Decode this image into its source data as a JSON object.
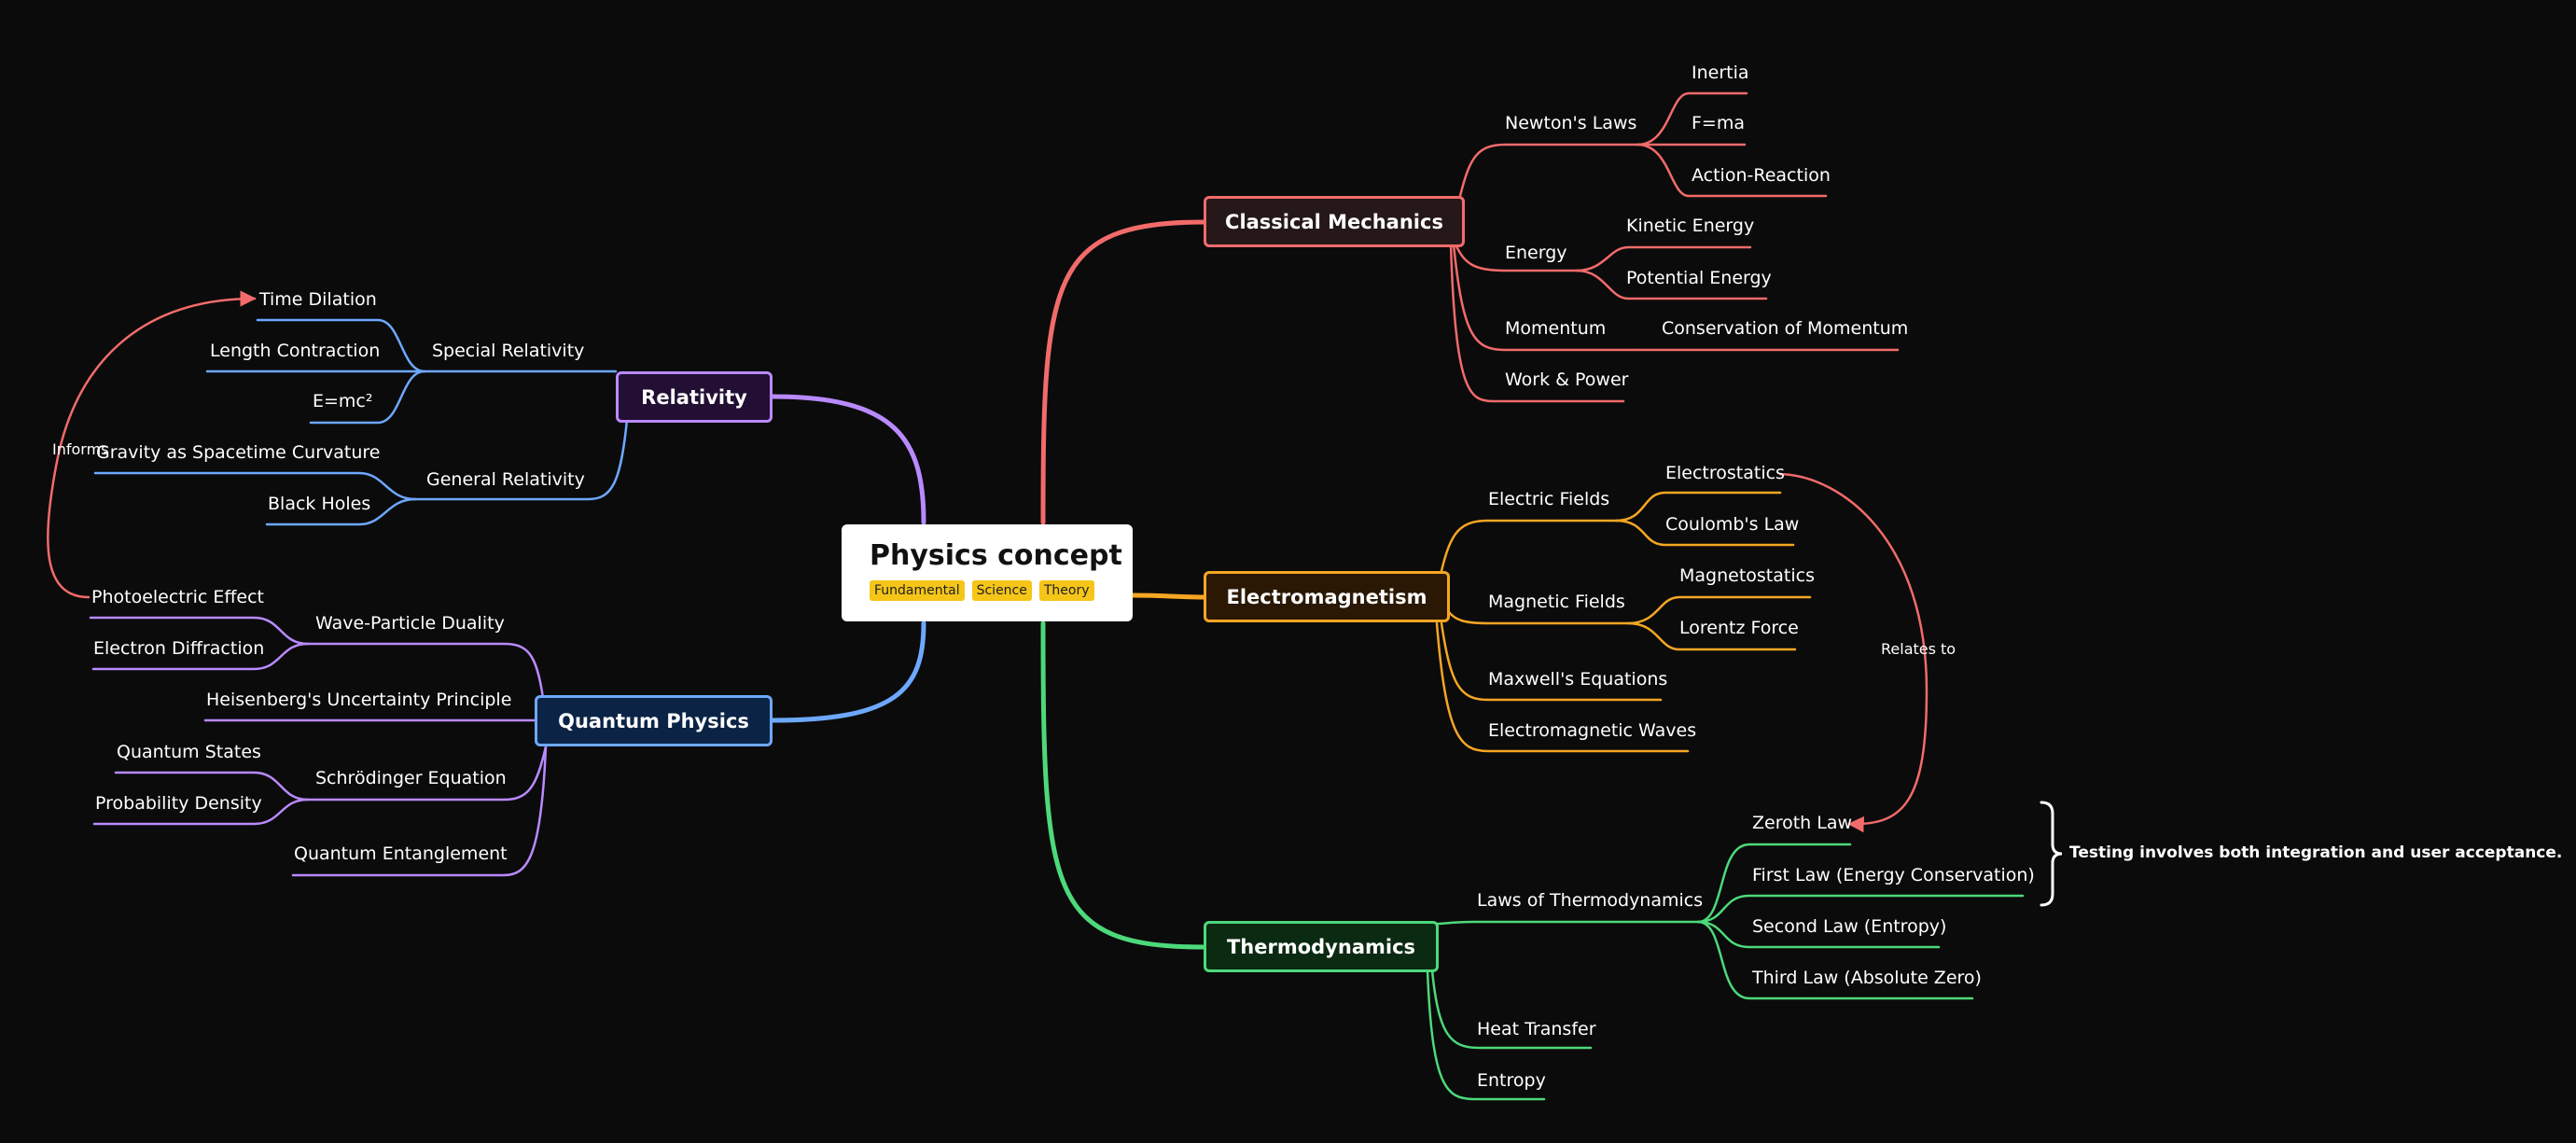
{
  "root": {
    "title": "Physics concept",
    "tags": [
      "Fundamental",
      "Science",
      "Theory"
    ]
  },
  "colors": {
    "classical": "#f26b6b",
    "electro": "#f5a623",
    "thermo": "#4cd97b",
    "relativity_branch": "#b98aff",
    "relativity_children": "#6da8ff",
    "quantum_branch": "#6da8ff",
    "quantum_children": "#b98aff",
    "annotation": "#f26b6b"
  },
  "branches": {
    "classical": {
      "label": "Classical Mechanics",
      "children": {
        "newtons_laws": {
          "label": "Newton's Laws",
          "leaves": [
            "Inertia",
            "F=ma",
            "Action-Reaction"
          ]
        },
        "energy": {
          "label": "Energy",
          "leaves": [
            "Kinetic Energy",
            "Potential Energy"
          ]
        },
        "momentum": {
          "label": "Momentum",
          "leaves": [
            "Conservation of Momentum"
          ]
        },
        "work_power": {
          "label": "Work & Power"
        }
      }
    },
    "electro": {
      "label": "Electromagnetism",
      "children": {
        "electric_fields": {
          "label": "Electric Fields",
          "leaves": [
            "Electrostatics",
            "Coulomb's Law"
          ]
        },
        "magnetic_fields": {
          "label": "Magnetic Fields",
          "leaves": [
            "Magnetostatics",
            "Lorentz Force"
          ]
        },
        "maxwell": {
          "label": "Maxwell's Equations"
        },
        "em_waves": {
          "label": "Electromagnetic Waves"
        }
      }
    },
    "thermo": {
      "label": "Thermodynamics",
      "children": {
        "laws": {
          "label": "Laws of Thermodynamics",
          "leaves": [
            "Zeroth Law",
            "First Law (Energy Conservation)",
            "Second Law (Entropy)",
            "Third Law (Absolute Zero)"
          ]
        },
        "heat_transfer": {
          "label": "Heat Transfer"
        },
        "entropy": {
          "label": "Entropy"
        }
      }
    },
    "relativity": {
      "label": "Relativity",
      "children": {
        "special": {
          "label": "Special Relativity",
          "leaves": [
            "Time Dilation",
            "Length Contraction",
            "E=mc²"
          ]
        },
        "general": {
          "label": "General Relativity",
          "leaves": [
            "Gravity as Spacetime Curvature",
            "Black Holes"
          ]
        }
      }
    },
    "quantum": {
      "label": "Quantum Physics",
      "children": {
        "wave_particle": {
          "label": "Wave-Particle Duality",
          "leaves": [
            "Photoelectric Effect",
            "Electron Diffraction"
          ]
        },
        "uncertainty": {
          "label": "Heisenberg's Uncertainty Principle"
        },
        "schrodinger": {
          "label": "Schrödinger Equation",
          "leaves": [
            "Quantum States",
            "Probability Density"
          ]
        },
        "entanglement": {
          "label": "Quantum Entanglement"
        }
      }
    }
  },
  "relations": {
    "relates_to": "Relates to",
    "informs": "Informs"
  },
  "summary_note": "Testing involves both integration and user acceptance."
}
